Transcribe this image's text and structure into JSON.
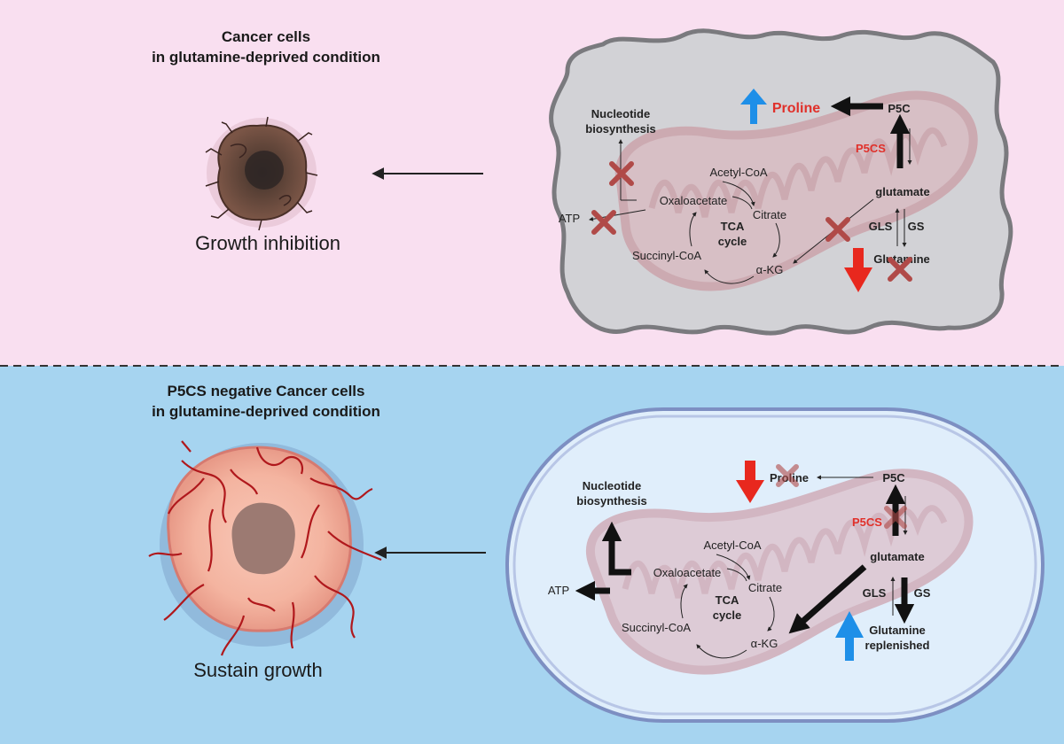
{
  "top_panel": {
    "title_line1": "Cancer cells",
    "title_line2": "in glutamine-deprived condition",
    "outcome": "Growth inhibition",
    "pathway": {
      "nucleotide_line1": "Nucleotide",
      "nucleotide_line2": "biosynthesis",
      "proline": "Proline",
      "p5c": "P5C",
      "p5cs": "P5CS",
      "glutamate": "glutamate",
      "gls": "GLS",
      "gs": "GS",
      "glutamine": "Glutamine",
      "acetyl_coa": "Acetyl-CoA",
      "oxaloacetate": "Oxaloacetate",
      "citrate": "Citrate",
      "atp": "ATP",
      "tca_line1": "TCA",
      "tca_line2": "cycle",
      "succinyl_coa": "Succinyl-CoA",
      "akg": "α-KG"
    }
  },
  "bottom_panel": {
    "title_line1": "P5CS negative Cancer cells",
    "title_line2": "in glutamine-deprived condition",
    "outcome": "Sustain growth",
    "pathway": {
      "nucleotide_line1": "Nucleotide",
      "nucleotide_line2": "biosynthesis",
      "proline": "Proline",
      "p5c": "P5C",
      "p5cs": "P5CS",
      "glutamate": "glutamate",
      "gls": "GLS",
      "gs": "GS",
      "glutamine_line1": "Glutamine",
      "glutamine_line2": "replenished",
      "acetyl_coa": "Acetyl-CoA",
      "oxaloacetate": "Oxaloacetate",
      "citrate": "Citrate",
      "atp": "ATP",
      "tca_line1": "TCA",
      "tca_line2": "cycle",
      "succinyl_coa": "Succinyl-CoA",
      "akg": "α-KG"
    }
  },
  "colors": {
    "top_bg": "#f9dff0",
    "bottom_bg": "#a6d4f0",
    "up_arrow": "#1e8fe8",
    "down_arrow": "#e8281e",
    "inhibit_x": "#b04a48",
    "enzyme_red": "#e0302a"
  }
}
